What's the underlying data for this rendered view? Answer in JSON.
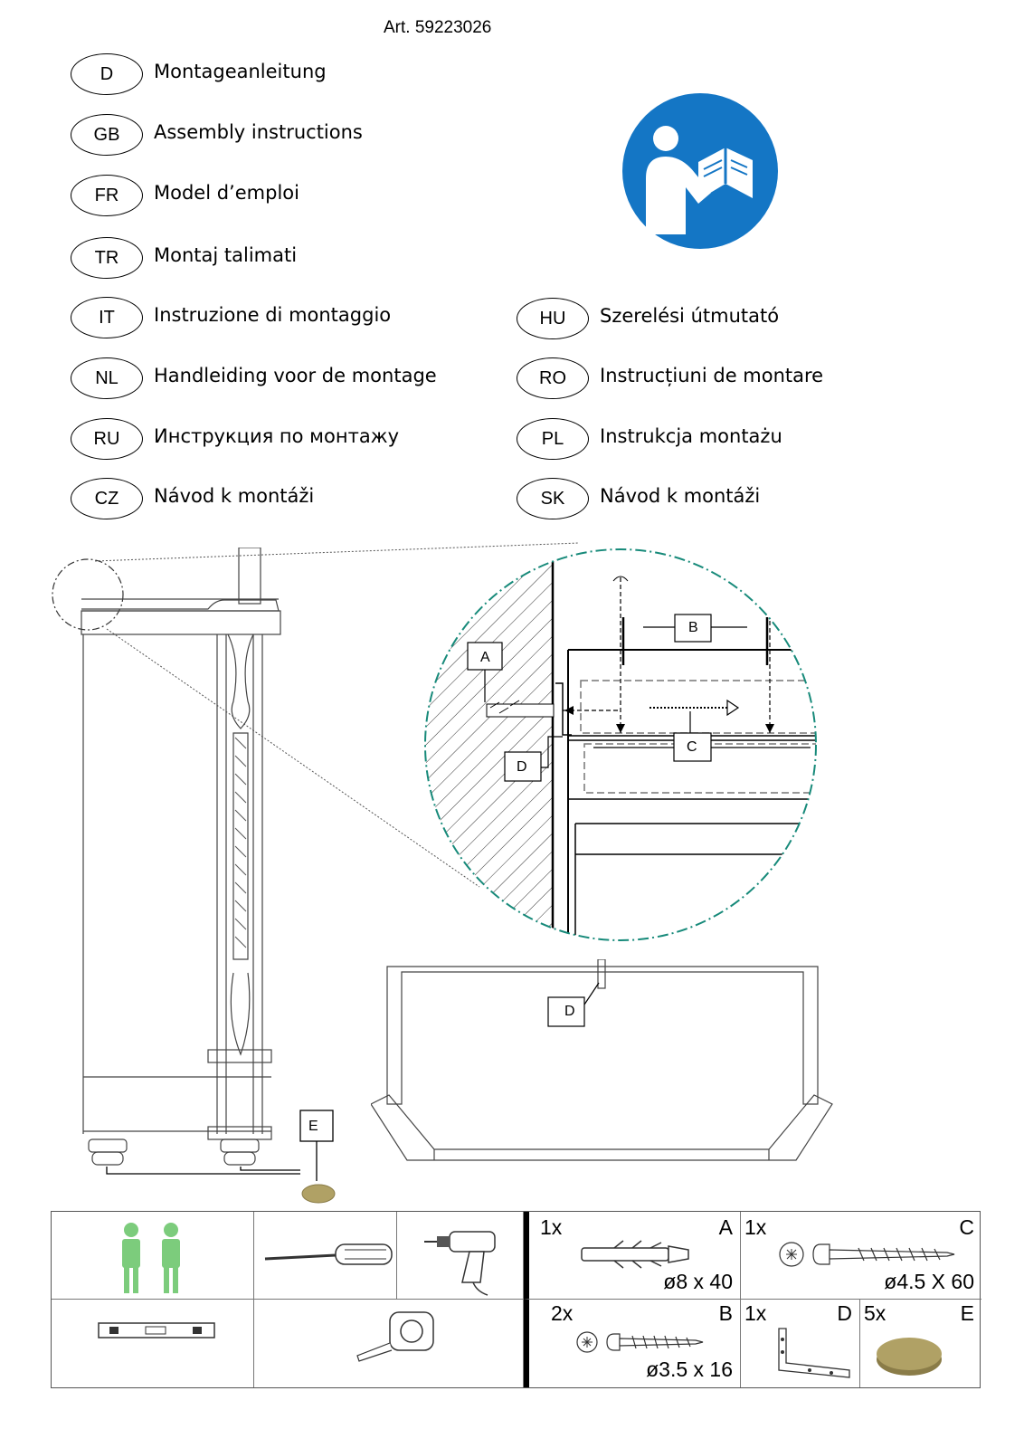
{
  "header": {
    "article": "Art. 59223026"
  },
  "languages": [
    {
      "code": "D",
      "name": "Montageanleitung"
    },
    {
      "code": "GB",
      "name": "Assembly instructions"
    },
    {
      "code": "FR",
      "name": "Model d’emploi"
    },
    {
      "code": "TR",
      "name": "Montaj talimati"
    },
    {
      "code": "IT",
      "name": "Instruzione di montaggio"
    },
    {
      "code": "NL",
      "name": "Handleiding voor de montage"
    },
    {
      "code": "RU",
      "name": "Инструкция по монтажу"
    },
    {
      "code": "CZ",
      "name": "Návod k montáži"
    },
    {
      "code": "HU",
      "name": "Szerelési útmutató"
    },
    {
      "code": "RO",
      "name": "Instrucțiuni de montare"
    },
    {
      "code": "PL",
      "name": "Instrukcja montażu"
    },
    {
      "code": "SK",
      "name": "Návod k montáži"
    }
  ],
  "icons": {
    "manual": "read-manual-icon"
  },
  "colors": {
    "manual_blue": "#1476c5",
    "person_green": "#7ccc7c",
    "pad_brown": "#b0a165",
    "zoom_teal": "#178a7a"
  },
  "diagram": {
    "labels": {
      "a": "A",
      "b": "B",
      "c": "C",
      "d": "D",
      "e": "E"
    }
  },
  "parts": {
    "a": {
      "qty": "1x",
      "letter": "A",
      "size": "ø8 x 40"
    },
    "c": {
      "qty": "1x",
      "letter": "C",
      "size": "ø4.5 X 60"
    },
    "b": {
      "qty": "2x",
      "letter": "B",
      "size": "ø3.5 x 16"
    },
    "d": {
      "qty": "1x",
      "letter": "D"
    },
    "e": {
      "qty": "5x",
      "letter": "E"
    }
  }
}
